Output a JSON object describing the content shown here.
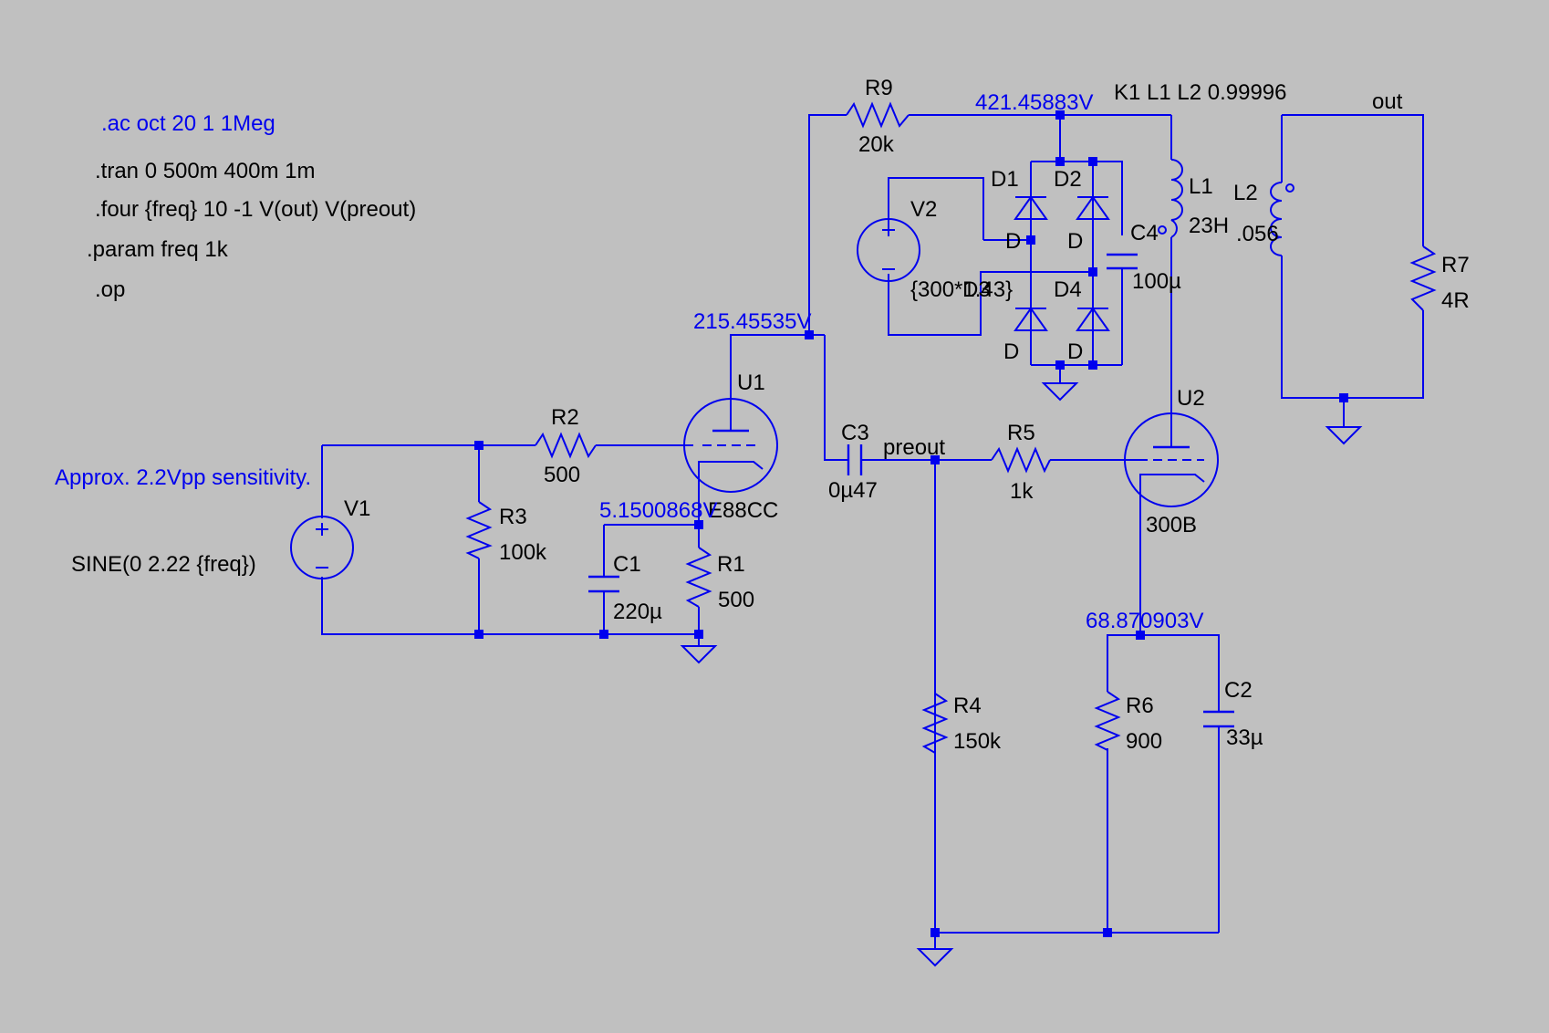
{
  "directives": {
    "ac": ".ac oct 20 1 1Meg",
    "tran": ".tran 0 500m 400m 1m",
    "four": ".four {freq} 10 -1 V(out) V(preout)",
    "param": ".param freq 1k",
    "op": ".op"
  },
  "comment": "Approx. 2.2Vpp sensitivity.",
  "coupling": "K1 L1 L2 0.99996",
  "node_voltages": {
    "b_plus": "421.45883V",
    "u1_plate": "215.45535V",
    "u1_cathode": "5.1500868V",
    "u2_cathode": "68.870903V"
  },
  "net_labels": {
    "preout": "preout",
    "out": "out"
  },
  "components": {
    "V1": {
      "name": "V1",
      "value": "SINE(0 2.22 {freq})"
    },
    "V2": {
      "name": "V2",
      "value": "{300*1.43}"
    },
    "R1": {
      "name": "R1",
      "value": "500"
    },
    "R2": {
      "name": "R2",
      "value": "500"
    },
    "R3": {
      "name": "R3",
      "value": "100k"
    },
    "R4": {
      "name": "R4",
      "value": "150k"
    },
    "R5": {
      "name": "R5",
      "value": "1k"
    },
    "R6": {
      "name": "R6",
      "value": "900"
    },
    "R7": {
      "name": "R7",
      "value": "4R"
    },
    "R9": {
      "name": "R9",
      "value": "20k"
    },
    "C1": {
      "name": "C1",
      "value": "220µ"
    },
    "C2": {
      "name": "C2",
      "value": "33µ"
    },
    "C3": {
      "name": "C3",
      "value": "0µ47"
    },
    "C4": {
      "name": "C4",
      "value": "100µ"
    },
    "L1": {
      "name": "L1",
      "value": "23H"
    },
    "L2": {
      "name": "L2",
      "value": ".056"
    },
    "D1": {
      "name": "D1",
      "value": "D"
    },
    "D2": {
      "name": "D2",
      "value": "D"
    },
    "D3": {
      "name": "D3",
      "value": "D"
    },
    "D4": {
      "name": "D4",
      "value": "D"
    },
    "U1": {
      "name": "U1",
      "value": "E88CC"
    },
    "U2": {
      "name": "U2",
      "value": "300B"
    }
  },
  "colors": {
    "background": "#c0c0c0",
    "wire": "#0000ee",
    "label": "#000000"
  }
}
